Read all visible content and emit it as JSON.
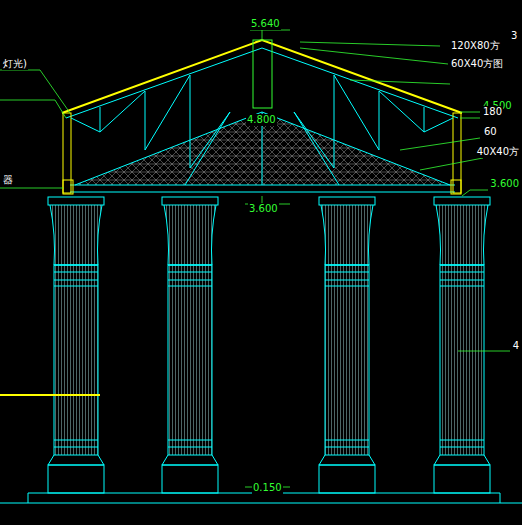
{
  "diagram": {
    "labels": [
      "5.640",
      "灯光)",
      "3",
      "120X80方",
      "60X40方图",
      "4.500",
      "180",
      "60",
      "40X40方",
      "3.600",
      "4.800",
      "3.600",
      "器",
      "4",
      "0.150"
    ]
  }
}
